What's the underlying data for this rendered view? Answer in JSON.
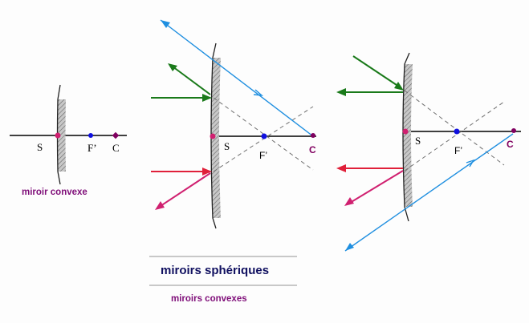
{
  "colors": {
    "ray_blue": "#1f8fe0",
    "ray_green": "#1a7a1a",
    "ray_red": "#e0203a",
    "ray_pink": "#d02070",
    "focus_blue": "#1010e0",
    "center_purple": "#800060",
    "caption_purple": "#80107a",
    "title_navy": "#101060",
    "axis": "#000000",
    "dashed": "#707070"
  },
  "fig1": {
    "label_S": "S",
    "label_F": "F’",
    "label_C": "C",
    "caption": "miroir convexe"
  },
  "fig2": {
    "label_S": "S",
    "label_F": "F’",
    "label_C": "C"
  },
  "fig3": {
    "label_S": "S",
    "label_F": "F’",
    "label_C": "C"
  },
  "title": "miroirs sphériques",
  "subtitle": "miroirs convexes"
}
